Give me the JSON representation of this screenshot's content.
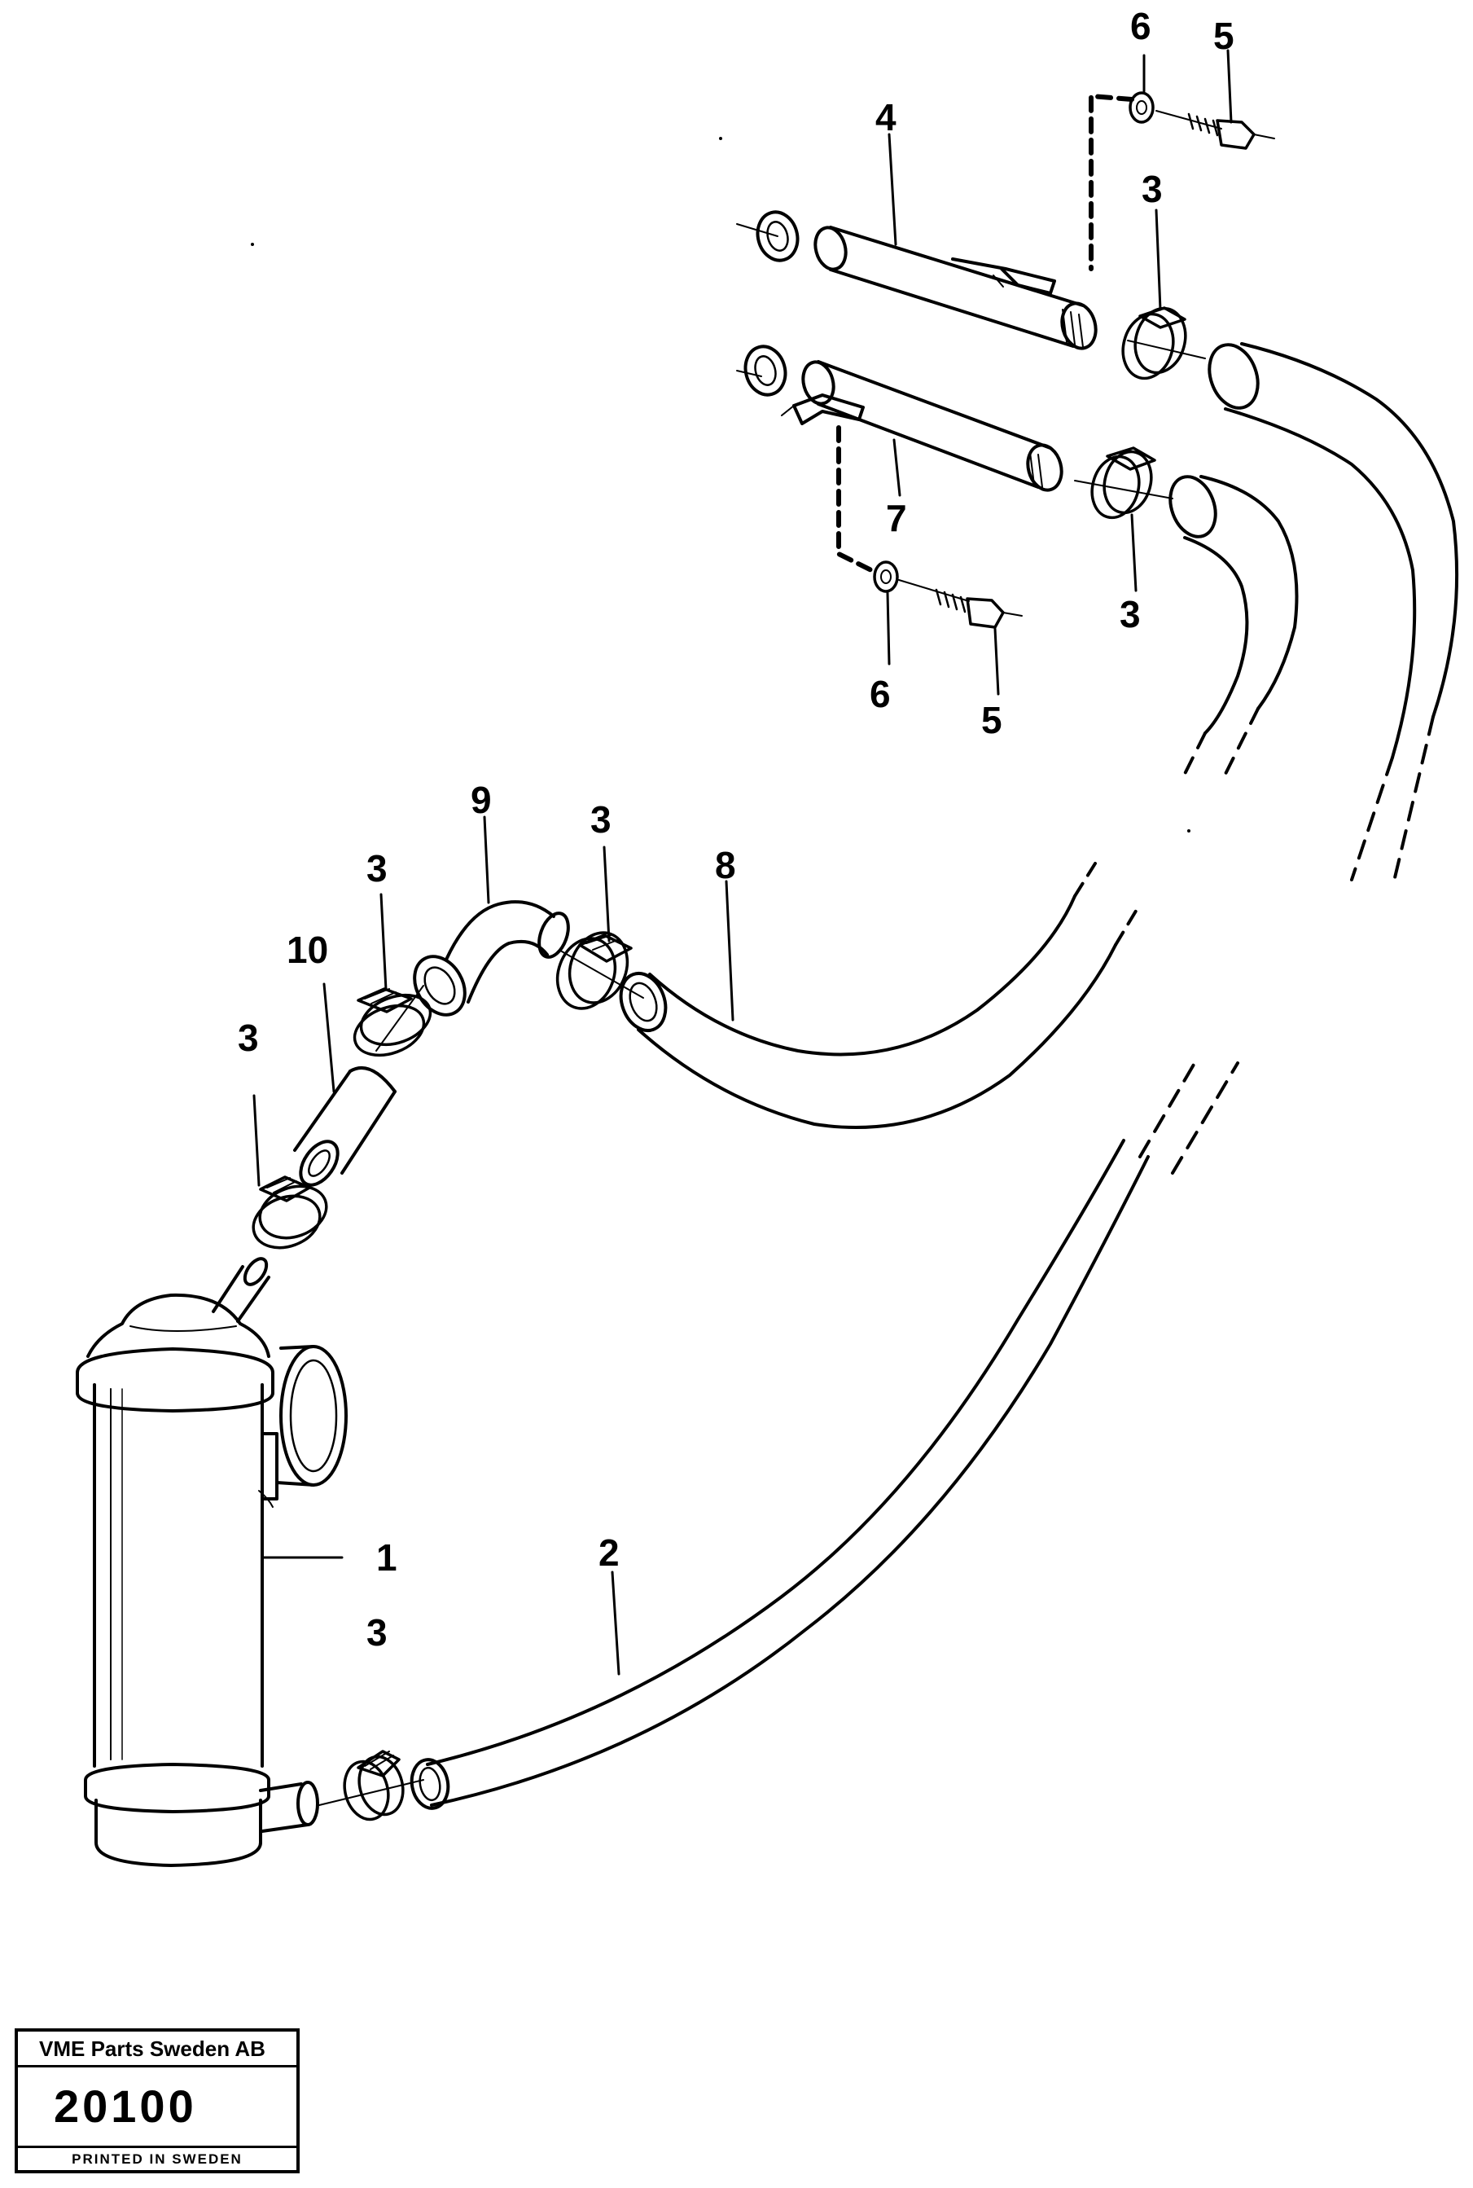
{
  "callouts": {
    "c1": "1",
    "c2": "2",
    "c3a": "3",
    "c3b": "3",
    "c3c": "3",
    "c3d": "3",
    "c3e": "3",
    "c3f": "3",
    "c4": "4",
    "c5a": "5",
    "c5b": "5",
    "c6a": "6",
    "c6b": "6",
    "c7": "7",
    "c8": "8",
    "c9": "9",
    "c10": "10"
  },
  "title_block": {
    "company": "VME Parts Sweden AB",
    "drawing_number": "20100",
    "printed": "PRINTED IN SWEDEN"
  },
  "colors": {
    "ink": "#000000",
    "paper": "#ffffff"
  }
}
